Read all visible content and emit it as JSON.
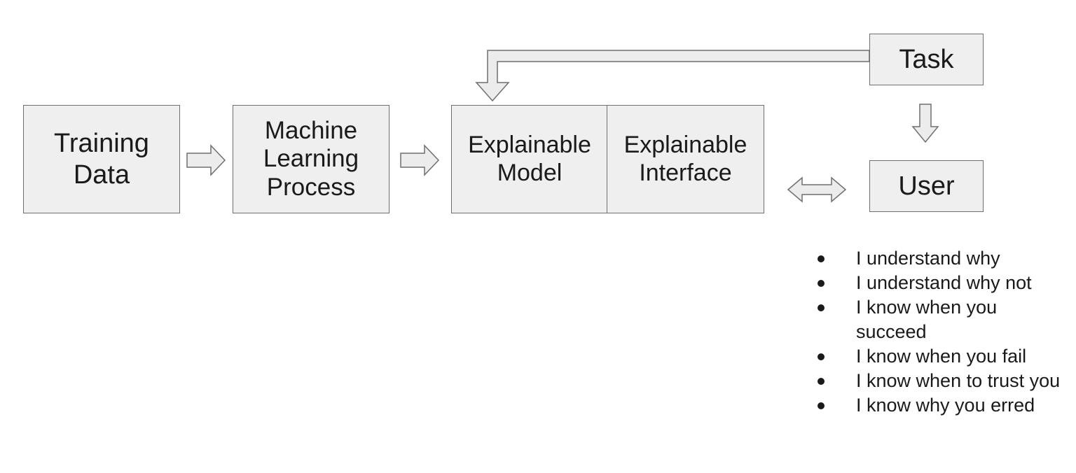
{
  "boxes": {
    "training_data": "Training\nData",
    "ml_process": "Machine\nLearning\nProcess",
    "explainable_model": "Explainable\nModel",
    "explainable_interface": "Explainable\nInterface",
    "task": "Task",
    "user": "User"
  },
  "user_benefits": [
    "I understand why",
    "I understand why not",
    "I know when you succeed",
    "I know when you fail",
    "I know when to trust you",
    "I know why you erred"
  ],
  "colors": {
    "box_fill": "#efefef",
    "box_border": "#6f6f6f",
    "text": "#1a1a1a"
  }
}
